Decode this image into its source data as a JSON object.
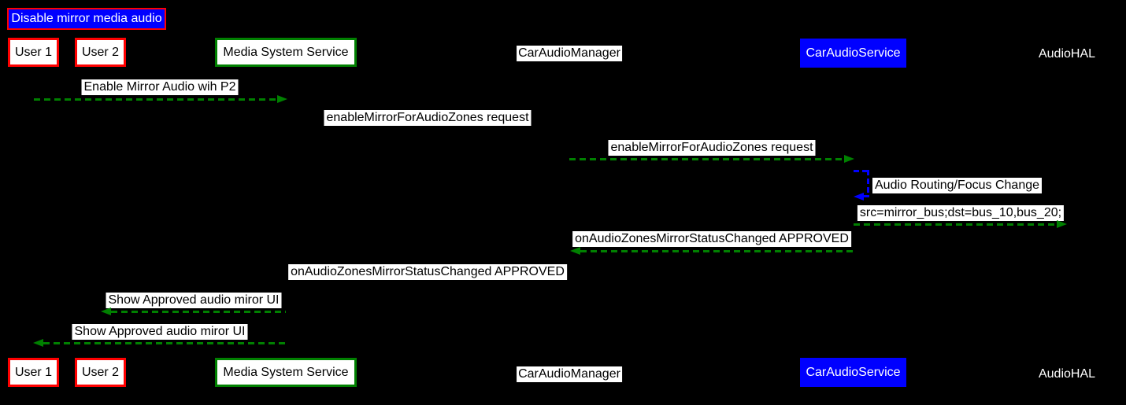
{
  "diagram": {
    "type": "sequence-diagram",
    "title": {
      "label": "Disable mirror media audio"
    },
    "participants": [
      {
        "id": "user1",
        "label": "User 1",
        "style": "white-box-red-border"
      },
      {
        "id": "user2",
        "label": "User 2",
        "style": "white-box-red-border"
      },
      {
        "id": "mss",
        "label": "Media System Service",
        "style": "white-box-green-border"
      },
      {
        "id": "cam",
        "label": "CarAudioManager",
        "style": "white-label-black-text"
      },
      {
        "id": "cas",
        "label": "CarAudioService",
        "style": "blue-box-white-text"
      },
      {
        "id": "hal",
        "label": "AudioHAL",
        "style": "white-text-no-box"
      }
    ],
    "messages": [
      {
        "from": "User 1",
        "to": "Media System Service",
        "label": "Enable Mirror Audio wih P2",
        "arrow": "green-dashed",
        "direction": "right"
      },
      {
        "from": "Media System Service",
        "to": "CarAudioManager",
        "label": "enableMirrorForAudioZones request",
        "arrow": "hidden",
        "direction": "right"
      },
      {
        "from": "CarAudioManager",
        "to": "CarAudioService",
        "label": "enableMirrorForAudioZones request",
        "arrow": "green-dashed",
        "direction": "right"
      },
      {
        "from": "CarAudioService",
        "to": "CarAudioService",
        "label": "Audio Routing/Focus Change",
        "arrow": "blue-dashed-self-loop",
        "direction": "self"
      },
      {
        "from": "CarAudioService",
        "to": "AudioHAL",
        "label": "src=mirror_bus;dst=bus_10,bus_20;",
        "arrow": "green-dashed",
        "direction": "right"
      },
      {
        "from": "CarAudioService",
        "to": "CarAudioManager",
        "label": "onAudioZonesMirrorStatusChanged APPROVED",
        "arrow": "green-dashed",
        "direction": "left"
      },
      {
        "from": "CarAudioManager",
        "to": "Media System Service",
        "label": "onAudioZonesMirrorStatusChanged APPROVED",
        "arrow": "hidden",
        "direction": "left"
      },
      {
        "from": "Media System Service",
        "to": "User 2",
        "label": "Show Approved audio miror UI",
        "arrow": "green-dashed",
        "direction": "left"
      },
      {
        "from": "Media System Service",
        "to": "User 1",
        "label": "Show Approved audio miror UI",
        "arrow": "green-dashed",
        "direction": "left"
      }
    ],
    "colors": {
      "background": "#000000",
      "arrow_green": "#008000",
      "self_arrow_blue": "#0000FF",
      "title_bg_blue": "#0000FF",
      "border_red": "#FF0000",
      "border_green": "#008000",
      "service_box_blue": "#0000FF",
      "label_bg": "#FFFFFF",
      "text_black": "#000000",
      "text_white": "#FFFFFF"
    }
  }
}
